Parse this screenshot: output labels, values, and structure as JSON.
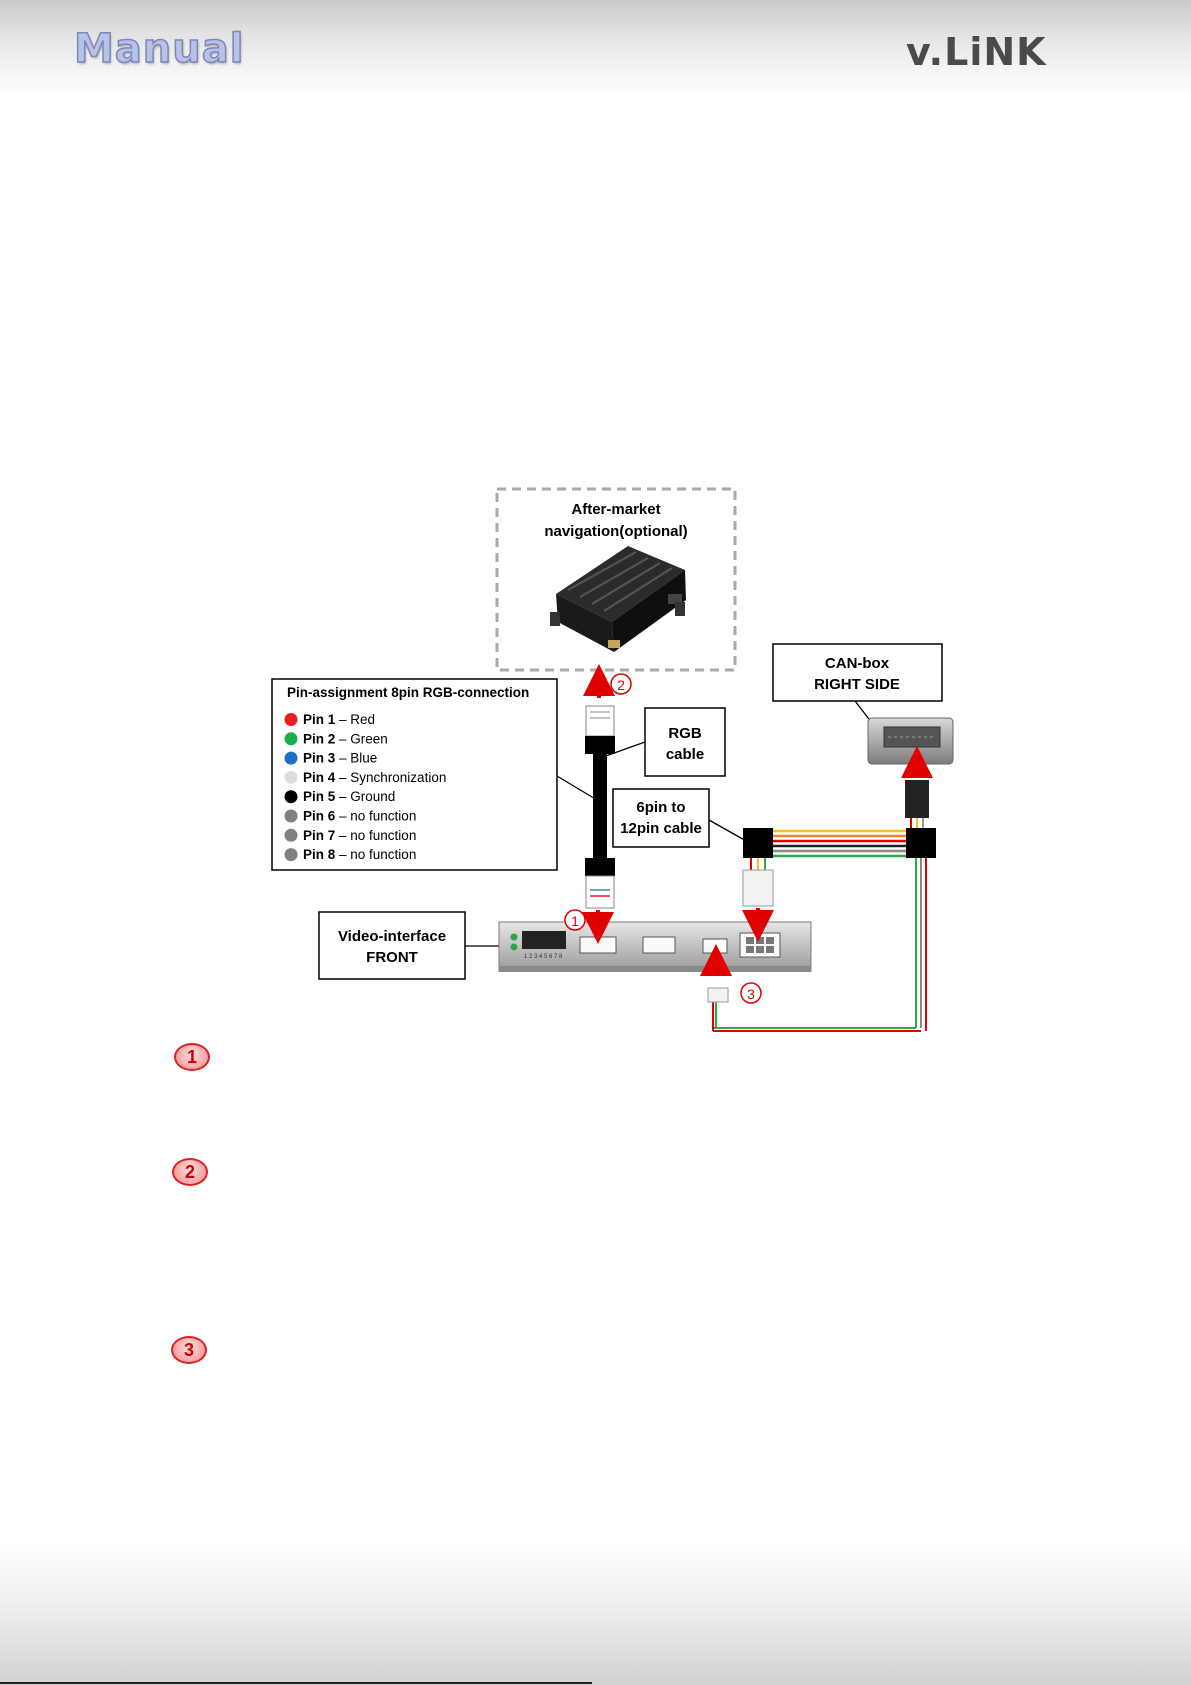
{
  "header": {
    "left_brand": "Manual",
    "right_brand": "v.LiNK"
  },
  "diagram": {
    "navigation_label_line1": "After-market",
    "navigation_label_line2": "navigation(optional)",
    "canbox_label_line1": "CAN-box",
    "canbox_label_line2": "RIGHT SIDE",
    "rgb_label_line1": "RGB",
    "rgb_label_line2": "cable",
    "sixpin_label_line1": "6pin to",
    "sixpin_label_line2": "12pin cable",
    "video_label_line1": "Video-interface",
    "video_label_line2": "FRONT",
    "pin_title": "Pin-assignment 8pin RGB-connection",
    "pins": [
      {
        "pin": "Pin 1",
        "desc": " – Red",
        "color": "#ee1c1c"
      },
      {
        "pin": "Pin 2",
        "desc": " – Green",
        "color": "#19b04b"
      },
      {
        "pin": "Pin 3",
        "desc": " – Blue",
        "color": "#1f6fc0"
      },
      {
        "pin": "Pin 4",
        "desc": " – Synchronization",
        "color": "#dddddd"
      },
      {
        "pin": "Pin 5",
        "desc": " – Ground",
        "color": "#000000"
      },
      {
        "pin": "Pin 6",
        "desc": " – no function",
        "color": "#808080"
      },
      {
        "pin": "Pin 7",
        "desc": " – no function",
        "color": "#808080"
      },
      {
        "pin": "Pin 8",
        "desc": " – no function",
        "color": "#808080"
      }
    ],
    "markers": [
      "1",
      "2",
      "3"
    ],
    "dip_numbers": "1 2 3 4 5 6 7 8"
  },
  "steps": [
    "1",
    "2",
    "3"
  ],
  "colors": {
    "arrow": "#e00000",
    "wire_red": "#e00000",
    "wire_green": "#2aa84a",
    "wire_yellow": "#f0c419"
  }
}
